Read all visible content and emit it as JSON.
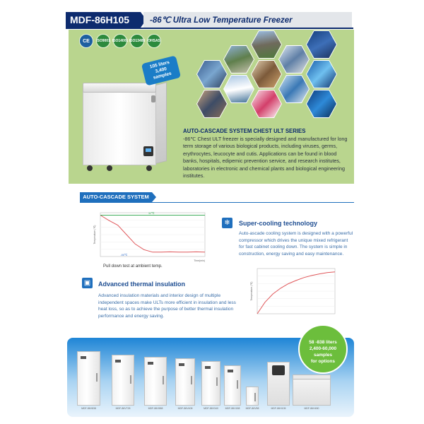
{
  "header": {
    "model": "MDF-86H105",
    "title": "-86℃ Ultra Low Temperature Freezer"
  },
  "badges": [
    "CE",
    "ISO9001",
    "ISO14001",
    "ISO13485",
    "OHSAS"
  ],
  "burst": {
    "line1": "105 liters",
    "line2": "3,400",
    "line3": "samples"
  },
  "series": {
    "title": "AUTO-CASCADE SYSTEM CHEST ULT SERIES",
    "description": "-86℃ Chest ULT freezer is specially designed and manufactured for long term storage of various biological products, including viruses, germs, erythrocytes, leucocyte and cutis. Applications can be found in blood banks, hospitals, edipemic prevention service, and research institutes, laboratories in electronic and chemical plants and biological engineering institutes."
  },
  "cascade": {
    "tab_label": "AUTO-CASCADE SYSTEM"
  },
  "pulldown_chart": {
    "caption": "Pull down test at ambient temp."
  },
  "supercooling": {
    "title": "Super-cooling technology",
    "description": "Auto-ascade cooling system is designed with a powerful compressor which drives the unique mixed refrigerant for fast cabinet cooling down. The system is simple in construction, energy saving and easy maintenance."
  },
  "insulation": {
    "title": "Advanced thermal insulation",
    "description": "Advanced insulation materials and interior design of multiple independent spaces make ULTs more efficient in insulation and less heat loss, so as to achieve the purpose of better thermal insulation performance and energy saving."
  },
  "options": {
    "line1": "58 -838 liters",
    "line2": "2,400-60,000 samples",
    "line3": "for options"
  },
  "chart_data": [
    {
      "type": "line",
      "x": [
        0,
        1,
        2,
        3,
        4,
        5,
        6,
        7,
        8,
        9,
        10,
        11,
        12
      ],
      "series": [
        {
          "name": "",
          "values": [
            32,
            15,
            0,
            -30,
            -60,
            -78,
            -86,
            -86,
            -85,
            -86,
            -86,
            -85,
            -86
          ],
          "color": "#e0585b"
        },
        {
          "name": "",
          "values": [
            32,
            32,
            32,
            32,
            32,
            32,
            32,
            32,
            32,
            32,
            32,
            32,
            32
          ],
          "color": "#3fae5b"
        }
      ],
      "ylabel": "Temperature (℃)",
      "xlabel": "Time(min)",
      "annotations": [
        "32℃",
        "-86℃"
      ]
    },
    {
      "type": "line",
      "x": [
        0,
        1,
        2,
        3,
        4,
        5,
        6,
        7,
        8,
        9,
        10
      ],
      "series": [
        {
          "name": "",
          "values": [
            0,
            28,
            48,
            62,
            73,
            81,
            88,
            93,
            97,
            100,
            102
          ],
          "color": "#e0585b"
        }
      ],
      "ylabel": "Temperature (℃)"
    }
  ],
  "lineup": [
    "MDF-86V838",
    "MDF-86V728",
    "MDF-86V588",
    "MDF-86V408",
    "MDF-86V340",
    "MDF-86V188",
    "MDF-86V58",
    "MDF-86H105",
    "MDF-86H450"
  ]
}
